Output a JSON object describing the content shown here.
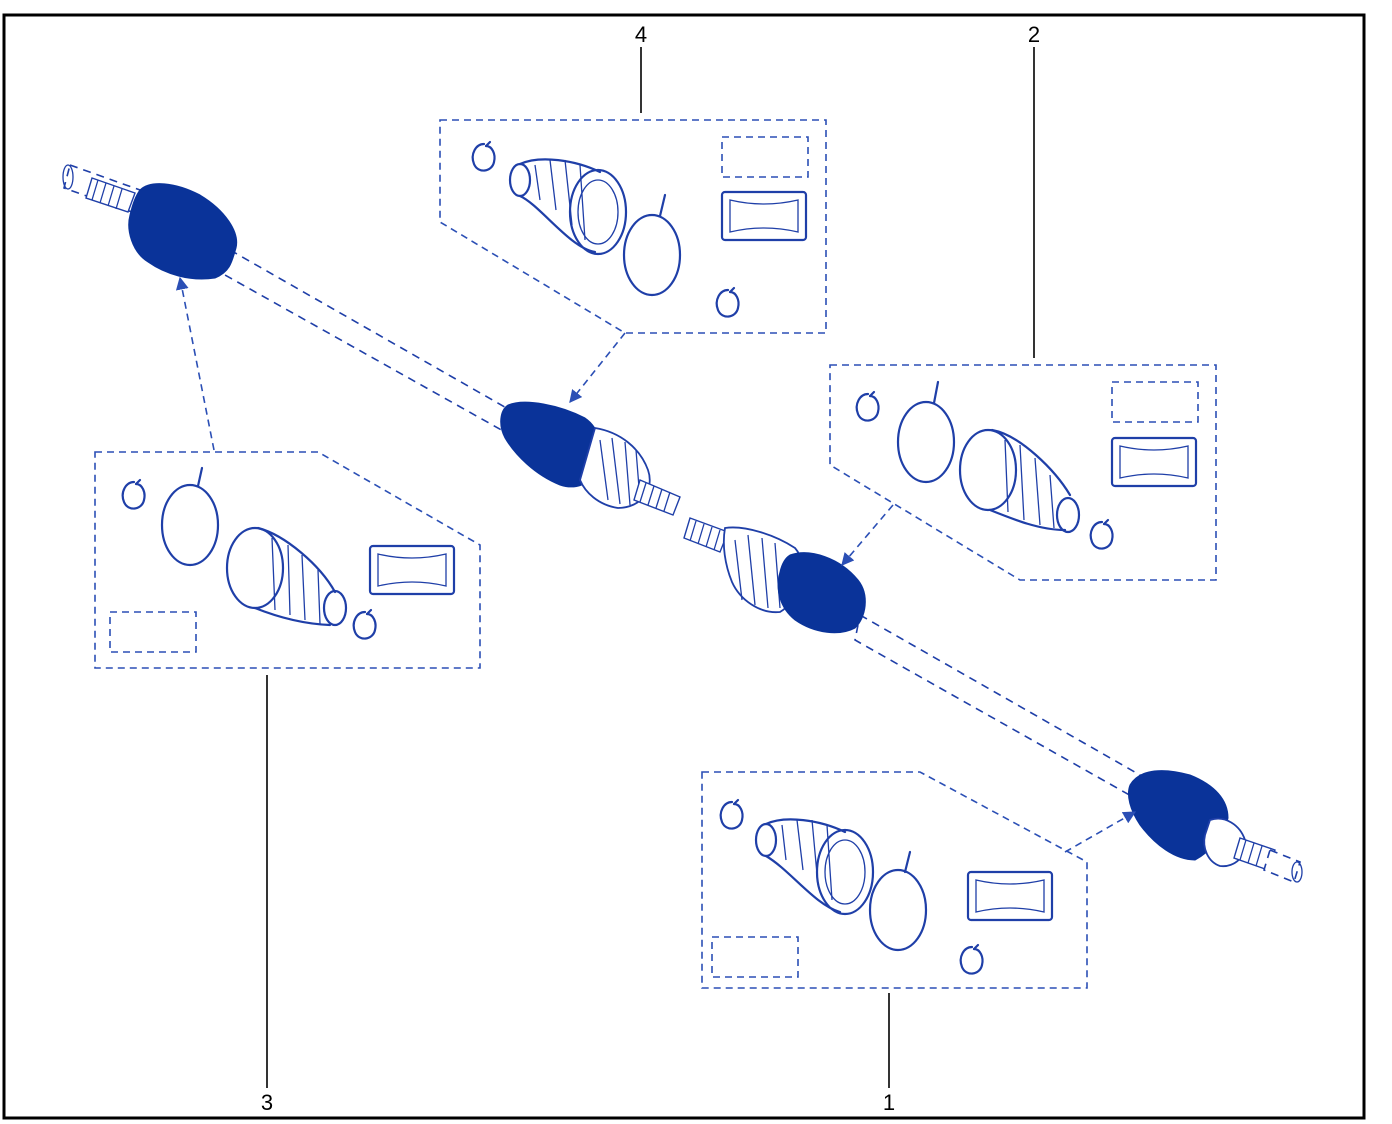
{
  "callouts": {
    "c1": "1",
    "c2": "2",
    "c3": "3",
    "c4": "4"
  },
  "colors": {
    "boot": "#0a3399",
    "line_art": "#1f3fa8",
    "frame": "#000000"
  }
}
